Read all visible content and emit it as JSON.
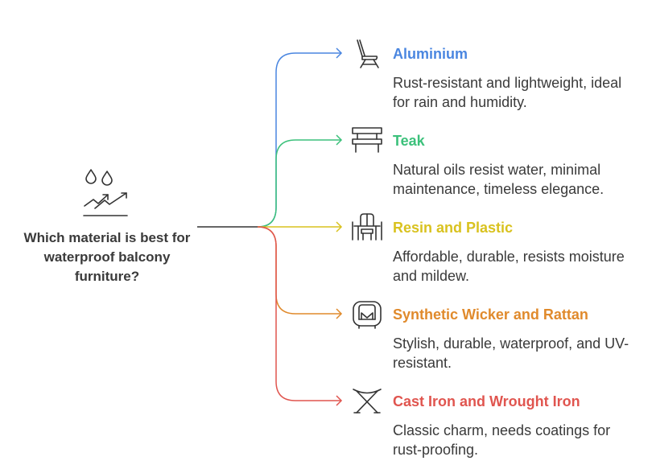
{
  "question": "Which material is best for waterproof balcony furniture?",
  "icons": {
    "root": "water-drops-trend-icon"
  },
  "items": [
    {
      "title": "Aluminium",
      "description": "Rust-resistant and lightweight, ideal for rain and humidity.",
      "color": "#4a86e0",
      "icon": "chair-icon"
    },
    {
      "title": "Teak",
      "description": "Natural oils resist water, minimal maintenance, timeless elegance.",
      "color": "#3cc17b",
      "icon": "bench-icon"
    },
    {
      "title": "Resin and Plastic",
      "description": "Affordable, durable, resists moisture and mildew.",
      "color": "#d9c21f",
      "icon": "table-chairs-icon"
    },
    {
      "title": "Synthetic Wicker and Rattan",
      "description": "Stylish, durable, waterproof, and UV-resistant.",
      "color": "#e08a2c",
      "icon": "wicker-armchair-icon"
    },
    {
      "title": "Cast Iron and Wrought Iron",
      "description": "Classic charm, needs coatings for rust-proofing.",
      "color": "#e0554f",
      "icon": "folding-stool-icon"
    }
  ]
}
